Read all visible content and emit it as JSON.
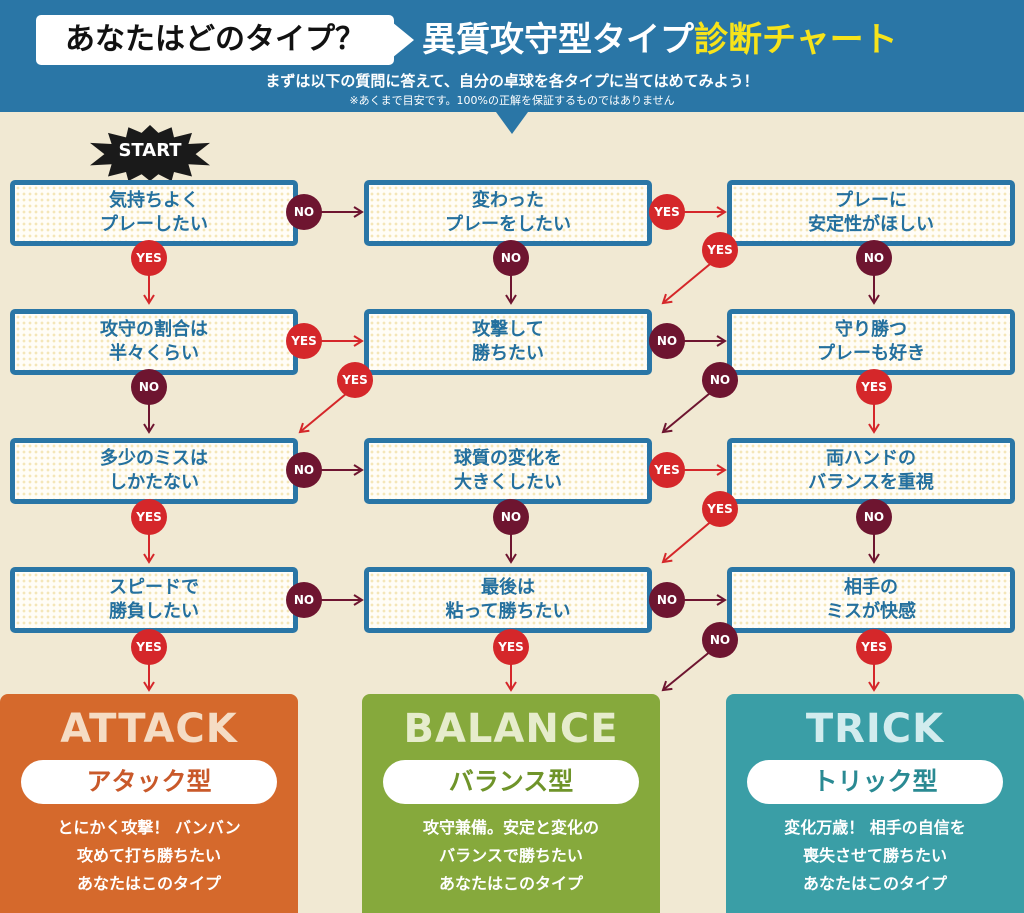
{
  "header": {
    "question": "あなたはどのタイプ？",
    "title_main": "異質攻守型タイプ",
    "title_accent": "診断チャート",
    "subtitle": "まずは以下の質問に答えて、自分の卓球を各タイプに当てはめてみよう！",
    "note": "※あくまで目安です。100%の正解を保証するものではありません"
  },
  "start_label": "START",
  "questions": {
    "q1": "気持ちよく\nプレーしたい",
    "q2": "変わった\nプレーをしたい",
    "q3": "プレーに\n安定性がほしい",
    "q4": "攻守の割合は\n半々くらい",
    "q5": "攻撃して\n勝ちたい",
    "q6": "守り勝つ\nプレーも好き",
    "q7": "多少のミスは\nしかたない",
    "q8": "球質の変化を\n大きくしたい",
    "q9": "両ハンドの\nバランスを重視",
    "q10": "スピードで\n勝負したい",
    "q11": "最後は\n粘って勝ちたい",
    "q12": "相手の\nミスが快感"
  },
  "answer_labels": {
    "yes": "YES",
    "no": "NO"
  },
  "results": {
    "attack": {
      "title": "ATTACK",
      "type_name": "アタック型",
      "description": "とにかく攻撃！ バンバン\n攻めて打ち勝ちたい\nあなたはこのタイプ"
    },
    "balance": {
      "title": "BALANCE",
      "type_name": "バランス型",
      "description": "攻守兼備。安定と変化の\nバランスで勝ちたい\nあなたはこのタイプ"
    },
    "trick": {
      "title": "TRICK",
      "type_name": "トリック型",
      "description": "変化万歳！ 相手の自信を\n喪失させて勝ちたい\nあなたはこのタイプ"
    }
  },
  "colors": {
    "header_blue": "#2a76a6",
    "title_accent": "#f7e31a",
    "yes_red": "#d5272a",
    "no_maroon": "#6e1530",
    "attack": "#d5692c",
    "balance": "#86a93c",
    "trick": "#3a9ea6",
    "background": "#f1e9d3"
  }
}
